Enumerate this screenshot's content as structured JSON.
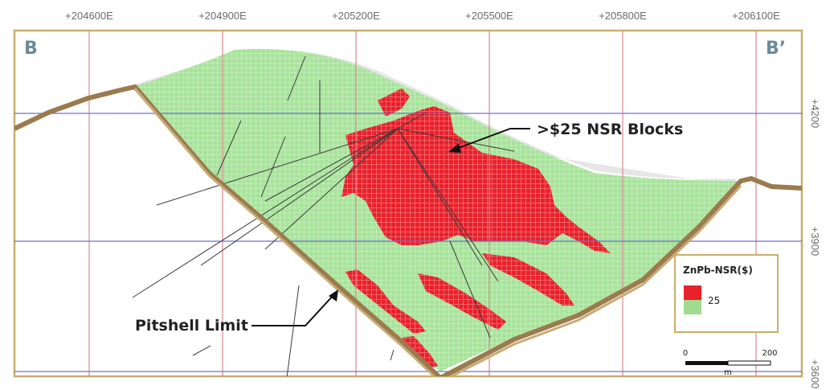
{
  "easting_labels": [
    "+204600E",
    "+204900E",
    "+205200E",
    "+205500E",
    "+205800E",
    "+206100E"
  ],
  "elevation_labels": [
    "+4200",
    "+3900",
    "+3600"
  ],
  "section_start": "B",
  "section_end": "B’",
  "callouts": {
    "blocks": ">$25 NSR Blocks",
    "pitshell": "Pitshell Limit"
  },
  "legend": {
    "title": "ZnPb-NSR($)",
    "value": "25",
    "colors": {
      "high": "#e8212b",
      "low": "#9fdc8f"
    }
  },
  "scale_bar": {
    "start": "0",
    "end": "200",
    "unit": "m"
  },
  "colors": {
    "frame": "#c9ad6a",
    "easting_grid": "#d9888f",
    "elevation_grid": "#6f6fd8",
    "topography": "#9b7b4e",
    "block_green": "#a5e29a",
    "block_red": "#e8212b"
  }
}
